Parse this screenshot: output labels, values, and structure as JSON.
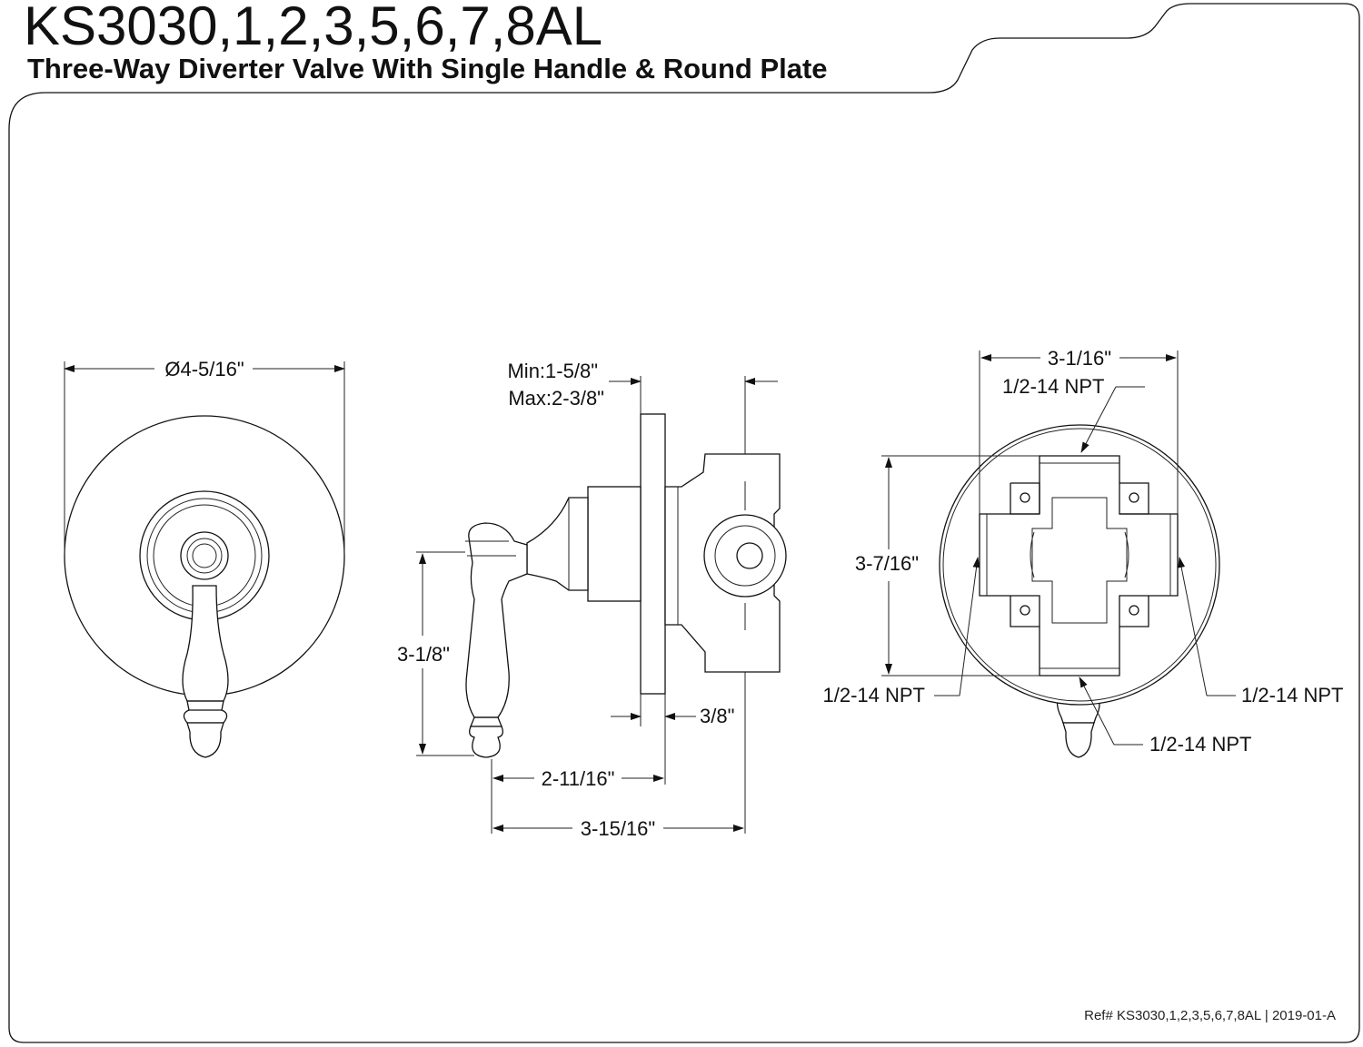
{
  "header": {
    "model": "KS3030,1,2,3,5,6,7,8AL",
    "description": "Three-Way Diverter Valve With Single Handle & Round Plate"
  },
  "footer": {
    "reference": "Ref# KS3030,1,2,3,5,6,7,8AL | 2019-01-A"
  },
  "front_view": {
    "plate_diameter": "Ø4-5/16\""
  },
  "side_view": {
    "wall_min": "Min:1-5/8\"",
    "wall_max": "Max:2-3/8\"",
    "handle_height": "3-1/8\"",
    "flange_thickness": "3/8\"",
    "handle_to_plate": "2-11/16\"",
    "overall_depth": "3-15/16\""
  },
  "rear_view": {
    "body_width": "3-1/16\"",
    "body_height": "3-7/16\"",
    "port_top": "1/2-14 NPT",
    "port_left": "1/2-14 NPT",
    "port_right": "1/2-14 NPT",
    "port_bottom": "1/2-14 NPT"
  }
}
